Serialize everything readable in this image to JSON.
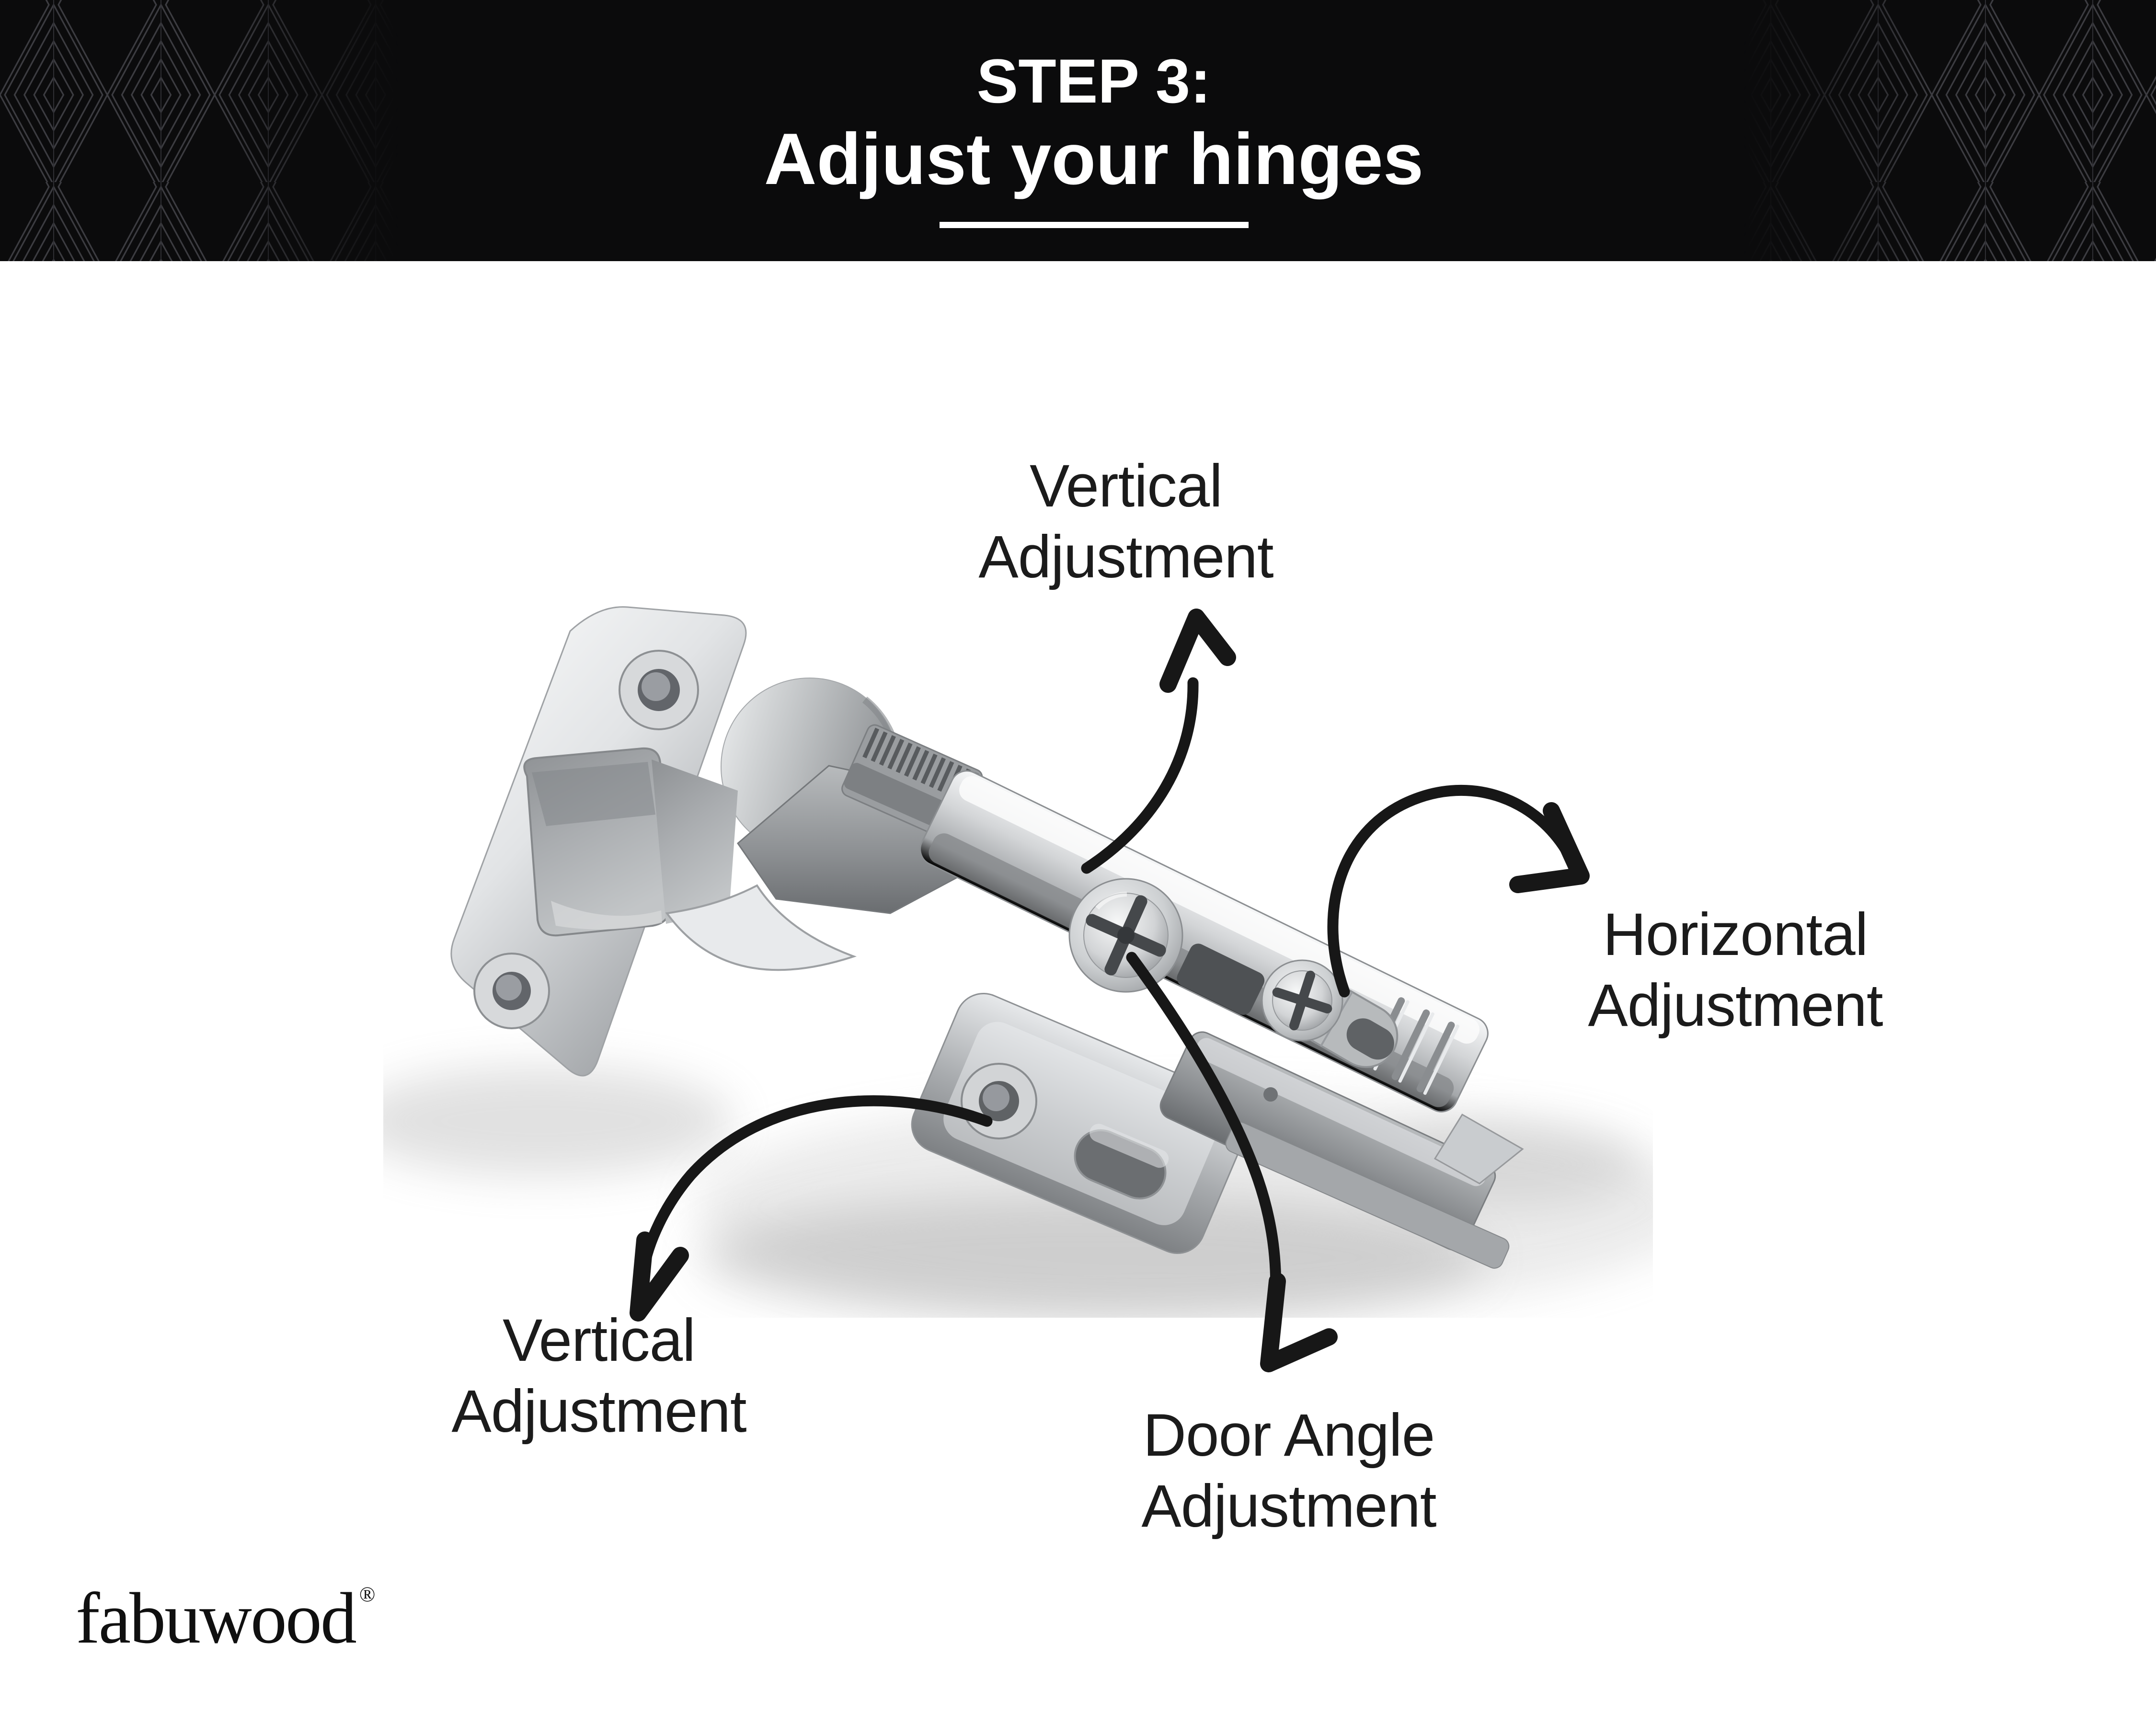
{
  "page": {
    "background": "#ffffff"
  },
  "header": {
    "background": "#0b0b0c",
    "pattern_line_color": "#3a3a3f",
    "step_label": "STEP 3:",
    "title": "Adjust your hinges",
    "text_color": "#ffffff",
    "underline_color": "#ffffff"
  },
  "diagram": {
    "label_color": "#1b1b1b",
    "arrow_color": "#171717",
    "callouts": [
      {
        "id": "vertical-adjustment-top",
        "line1": "Vertical",
        "line2": "Adjustment"
      },
      {
        "id": "horizontal-adjustment",
        "line1": "Horizontal",
        "line2": "Adjustment"
      },
      {
        "id": "vertical-adjustment-bottom",
        "line1": "Vertical",
        "line2": "Adjustment"
      },
      {
        "id": "door-angle-adjustment",
        "line1": "Door Angle",
        "line2": "Adjustment"
      }
    ]
  },
  "footer": {
    "brand": "fabuwood",
    "registered_mark": "®",
    "color": "#101010"
  }
}
